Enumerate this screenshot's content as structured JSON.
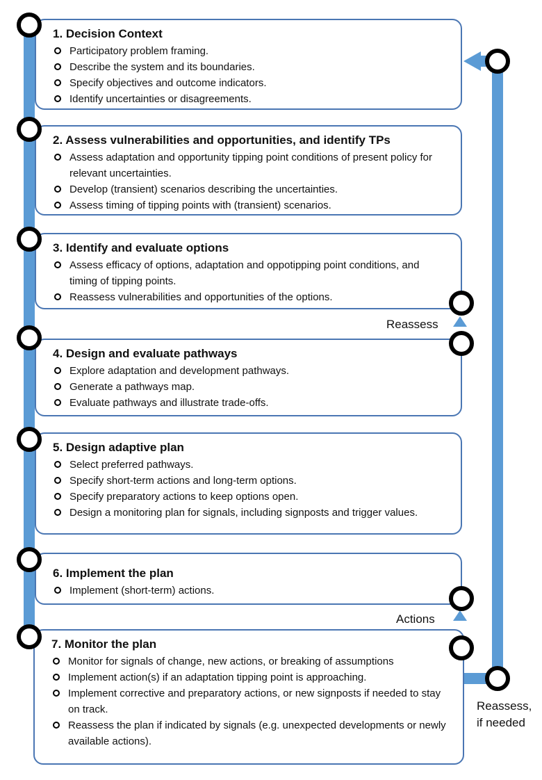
{
  "steps": [
    {
      "title": "1. Decision Context",
      "items": [
        "Participatory problem framing.",
        "Describe the system and its boundaries.",
        "Specify objectives and outcome indicators.",
        "Identify uncertainties or disagreements."
      ]
    },
    {
      "title": "2. Assess vulnerabilities and opportunities, and identify TPs",
      "items": [
        "Assess adaptation and opportunity tipping point conditions of present policy for relevant uncertainties.",
        "Develop (transient) scenarios describing the uncertainties.",
        "Assess timing of tipping points with (transient) scenarios."
      ]
    },
    {
      "title": "3. Identify and evaluate options",
      "items": [
        "Assess efficacy of options, adaptation and oppotipping point conditions, and timing of tipping points.",
        "Reassess vulnerabilities and opportunities of the options."
      ]
    },
    {
      "title": "4. Design and evaluate pathways",
      "items": [
        "Explore adaptation and development pathways.",
        "Generate a pathways map.",
        "Evaluate pathways and illustrate trade-offs."
      ]
    },
    {
      "title": "5. Design adaptive plan",
      "items": [
        "Select preferred pathways.",
        "Specify short-term actions and long-term options.",
        "Specify preparatory actions to keep options open.",
        "Design a monitoring plan for signals, including signposts and trigger values."
      ]
    },
    {
      "title": "6. Implement the plan",
      "items": [
        "Implement (short-term) actions."
      ]
    },
    {
      "title": "7. Monitor the plan",
      "items": [
        "Monitor for signals of change, new actions, or breaking of assumptions",
        "Implement action(s) if an adaptation tipping point is approaching.",
        "Implement corrective and preparatory actions, or new signposts if needed to stay on track.",
        "Reassess the plan if indicated by signals (e.g. unexpected developments or newly available actions)."
      ]
    }
  ],
  "labels": {
    "reassess": "Reassess",
    "actions": "Actions",
    "reassess_if_needed_1": "Reassess,",
    "reassess_if_needed_2": "if needed"
  }
}
